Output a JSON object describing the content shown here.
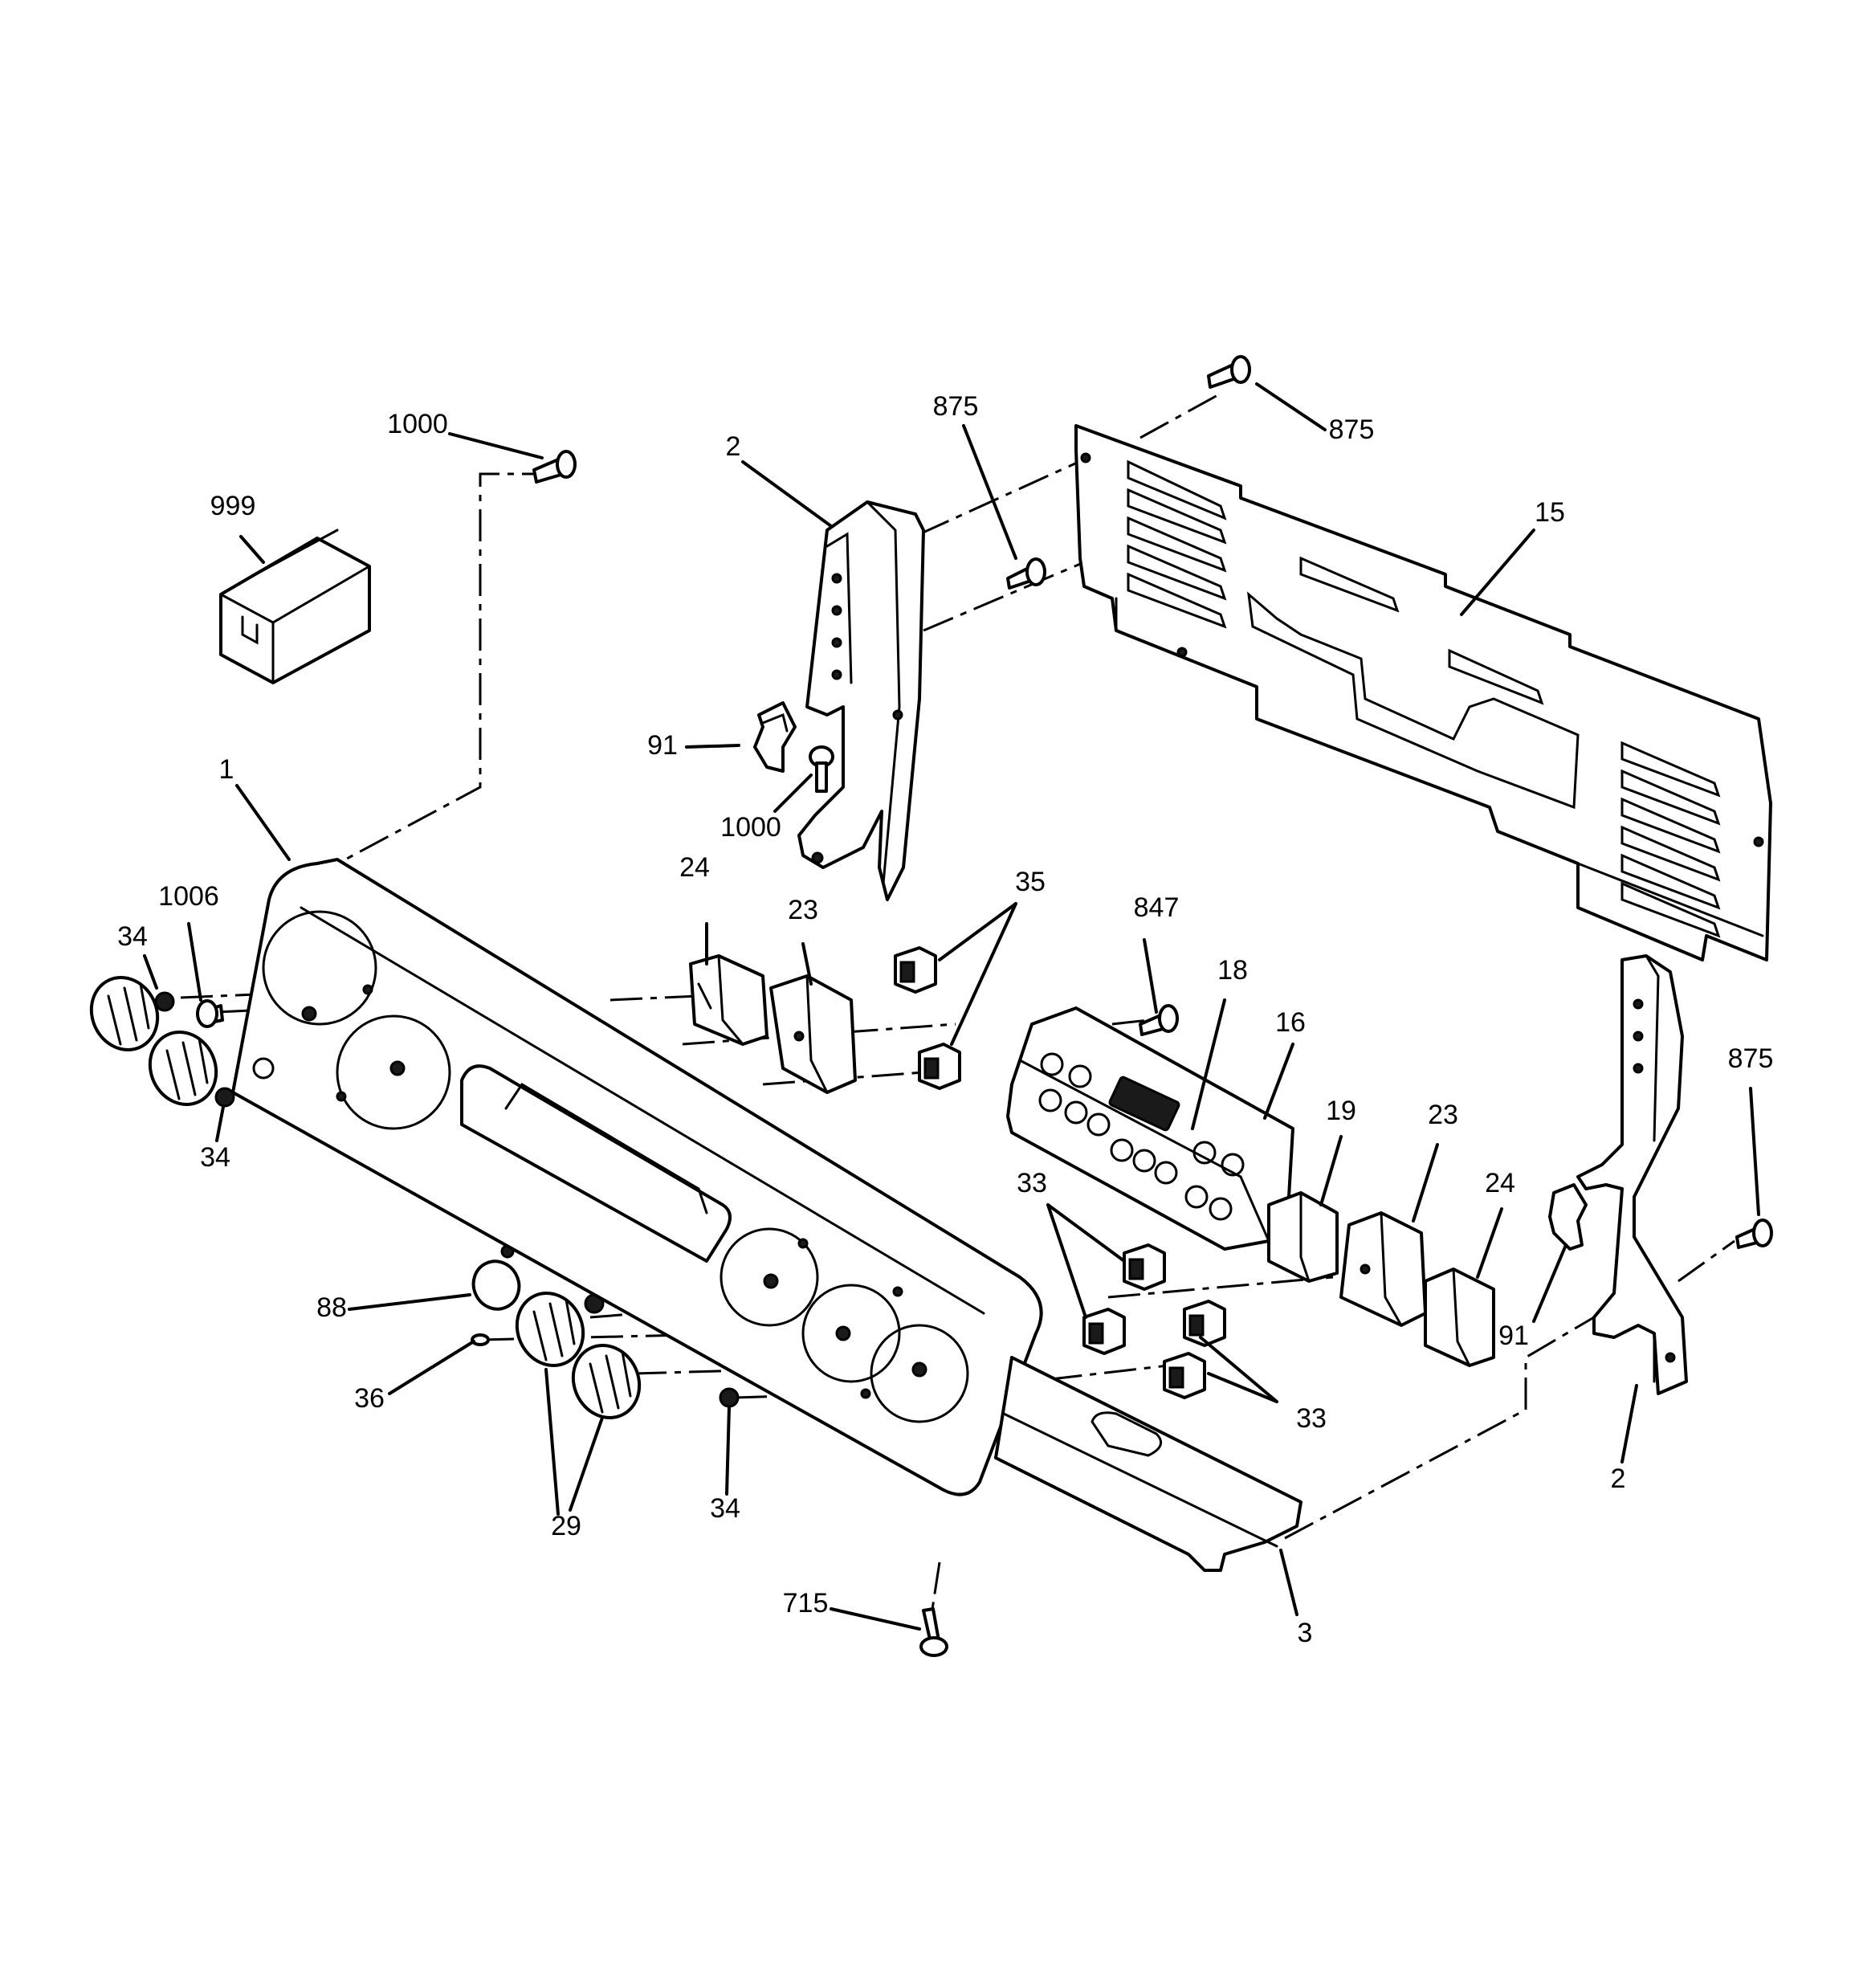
{
  "callouts": [
    "1000",
    "999",
    "1",
    "2",
    "91",
    "1000",
    "875",
    "875",
    "15",
    "875",
    "24",
    "23",
    "35",
    "847",
    "18",
    "16",
    "1006",
    "34",
    "34",
    "19",
    "23",
    "24",
    "33",
    "91",
    "88",
    "36",
    "29",
    "34",
    "33",
    "2",
    "715",
    "3"
  ]
}
